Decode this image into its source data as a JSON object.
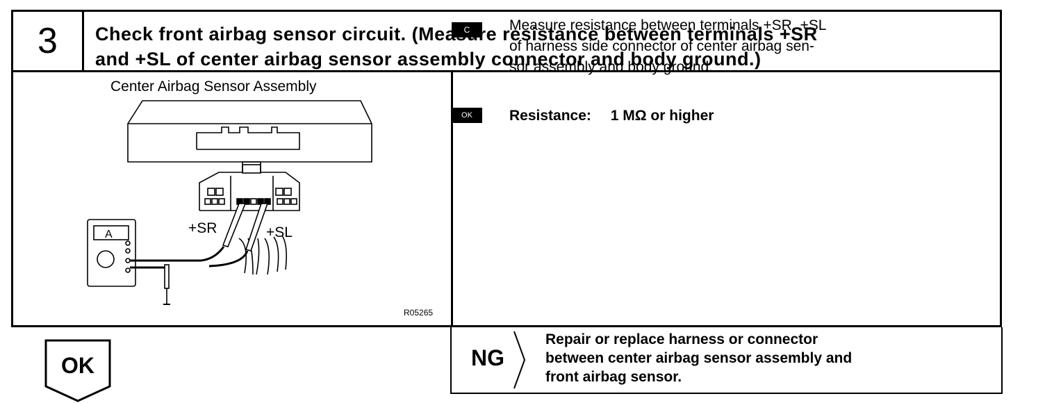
{
  "step": {
    "number": "3",
    "title_line1": "Check front airbag sensor circuit. (Measure resistance between terminals +SR",
    "title_line2": "and +SL of center airbag sensor assembly connector and body ground.)"
  },
  "figure": {
    "title": "Center Airbag Sensor Assembly",
    "terminal_sr": "+SR",
    "terminal_sl": "+SL",
    "code": "R05265"
  },
  "procedure": {
    "c_badge": "C",
    "instruction_line1": "Measure resistance between terminals +SR, +SL",
    "instruction_line2": "of harness side connector of center airbag sen-",
    "instruction_line3": "sor assembly and body ground.",
    "ok_badge": "OK",
    "spec_label": "Resistance:",
    "spec_value": "1 MΩ or higher"
  },
  "result_ok": {
    "label": "OK"
  },
  "result_ng": {
    "label": "NG",
    "line1": "Repair or replace harness or connector",
    "line2": "between center airbag sensor assembly and",
    "line3": "front airbag sensor."
  }
}
